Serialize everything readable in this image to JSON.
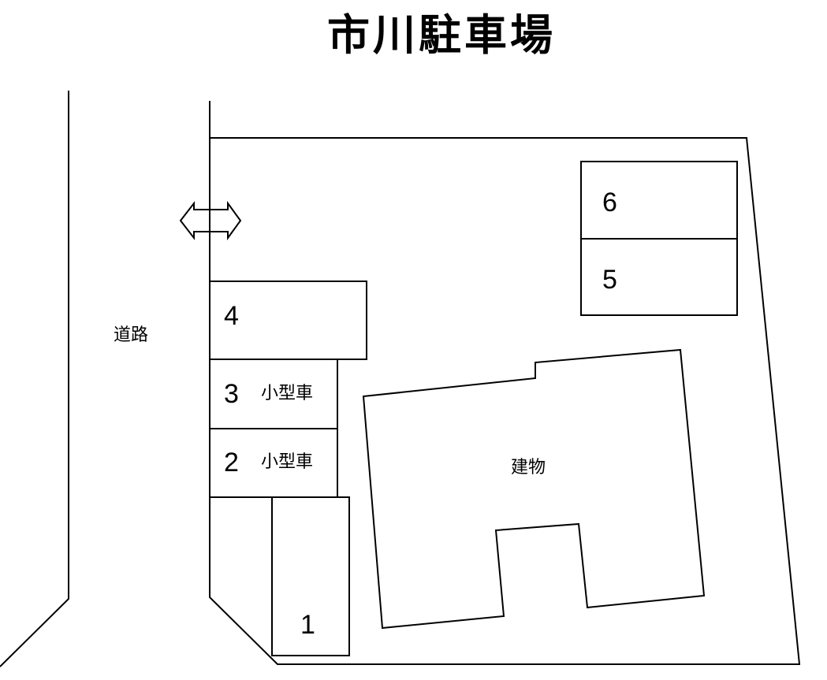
{
  "title": "市川駐車場",
  "road_label": "道路",
  "building_label": "建物",
  "entrance_icon": "double-arrow-icon",
  "spaces": [
    {
      "number": "1",
      "note": ""
    },
    {
      "number": "2",
      "note": "小型車"
    },
    {
      "number": "3",
      "note": "小型車"
    },
    {
      "number": "4",
      "note": ""
    },
    {
      "number": "5",
      "note": ""
    },
    {
      "number": "6",
      "note": ""
    }
  ],
  "colors": {
    "line": "#000000",
    "background": "#ffffff"
  }
}
